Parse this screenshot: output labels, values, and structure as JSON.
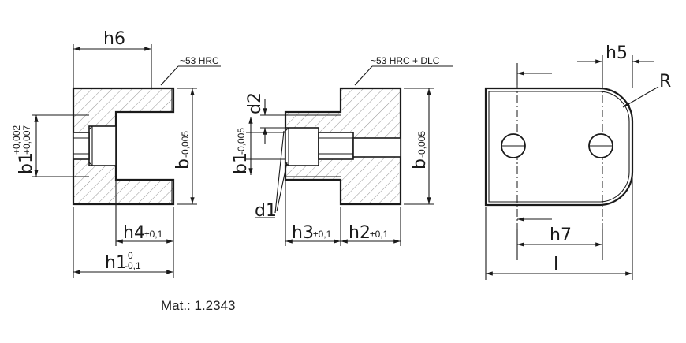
{
  "views": {
    "left": {
      "h6": "h6",
      "hardness": "~53 HRC",
      "b1": "b1",
      "b1_tol_upper": "+0,002",
      "b1_tol_lower": "+0,007",
      "b": "b",
      "b_tol": "-0,005",
      "h4": "h4",
      "h4_tol": "±0,1",
      "h1": "h1",
      "h1_tol_upper": "0",
      "h1_tol_lower": "-0,1"
    },
    "middle": {
      "hardness": "~53 HRC + DLC",
      "d2": "d2",
      "b1": "b1",
      "b1_tol": "-0,005",
      "b": "b",
      "b_tol": "-0,005",
      "d1": "d1",
      "h3": "h3",
      "h3_tol": "±0,1",
      "h2": "h2",
      "h2_tol": "±0,1"
    },
    "right": {
      "h5": "h5",
      "R": "R",
      "h7": "h7",
      "l": "l"
    }
  },
  "material": "Mat.: 1.2343"
}
